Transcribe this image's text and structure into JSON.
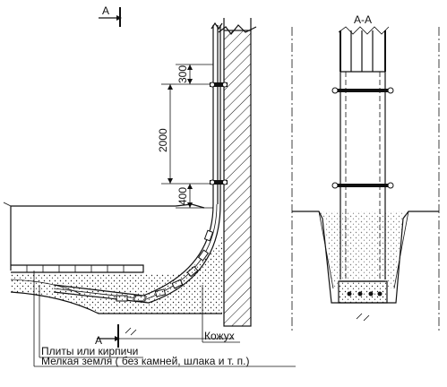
{
  "section_marks": {
    "top": "А",
    "bottom": "А"
  },
  "section_title": "А-А",
  "dimensions": {
    "top_clip": "300",
    "span": "2000",
    "bottom_clip": "400"
  },
  "labels": {
    "casing": "Кожух",
    "slabs": "Плиты или кирпичи",
    "soil": "Мелкая земля ( без камней, шлака и т. п.)"
  }
}
